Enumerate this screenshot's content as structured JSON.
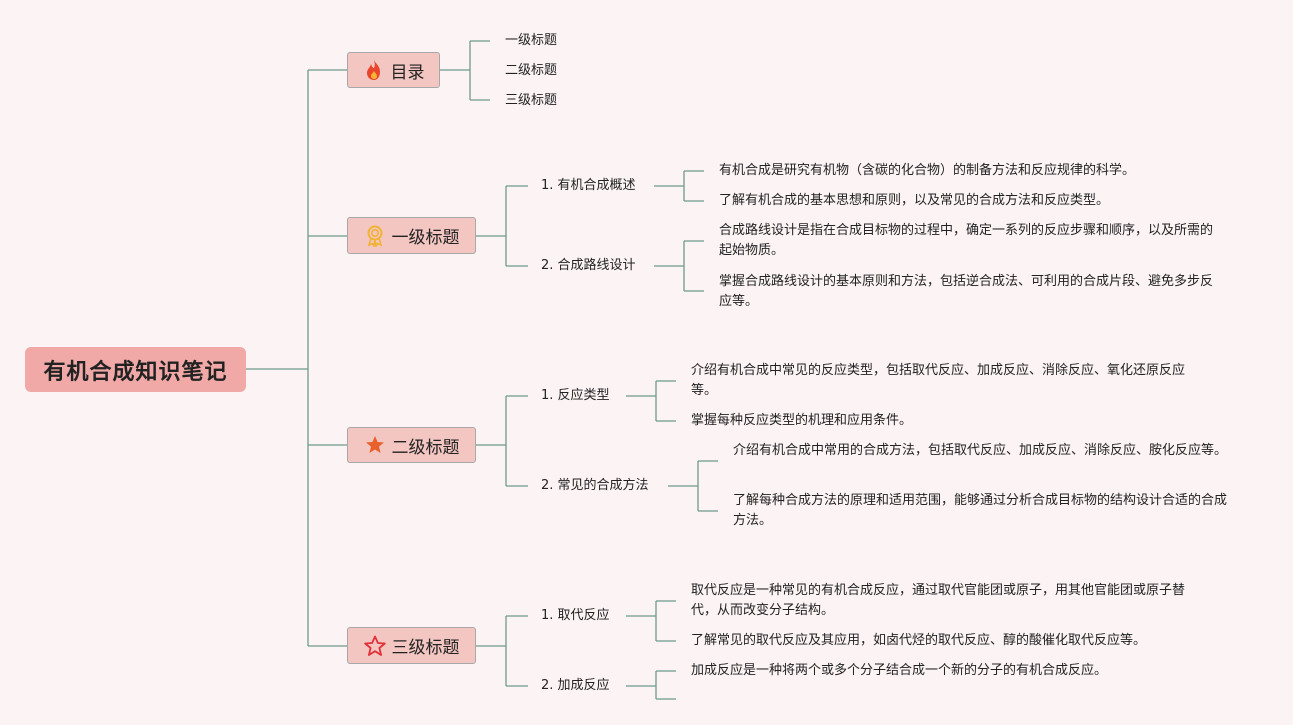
{
  "root": {
    "title": "有机合成知识笔记"
  },
  "branches": [
    {
      "label": "目录",
      "icon": "fire-icon",
      "items": [
        "一级标题",
        "二级标题",
        "三级标题"
      ]
    },
    {
      "label": "一级标题",
      "icon": "award-ribbon-icon",
      "subs": [
        {
          "label": "1. 有机合成概述",
          "notes": [
            "有机合成是研究有机物（含碳的化合物）的制备方法和反应规律的科学。",
            "了解有机合成的基本思想和原则，以及常见的合成方法和反应类型。"
          ]
        },
        {
          "label": "2. 合成路线设计",
          "notes": [
            "合成路线设计是指在合成目标物的过程中，确定一系列的反应步骤和顺序，以及所需的起始物质。",
            "掌握合成路线设计的基本原则和方法，包括逆合成法、可利用的合成片段、避免多步反应等。"
          ]
        }
      ]
    },
    {
      "label": "二级标题",
      "icon": "star-filled-icon",
      "subs": [
        {
          "label": "1. 反应类型",
          "notes": [
            "介绍有机合成中常见的反应类型，包括取代反应、加成反应、消除反应、氧化还原反应等。",
            "掌握每种反应类型的机理和应用条件。"
          ]
        },
        {
          "label": "2. 常见的合成方法",
          "notes": [
            "介绍有机合成中常用的合成方法，包括取代反应、加成反应、消除反应、胺化反应等。",
            "了解每种合成方法的原理和适用范围，能够通过分析合成目标物的结构设计合适的合成方法。"
          ]
        }
      ]
    },
    {
      "label": "三级标题",
      "icon": "star-outline-icon",
      "subs": [
        {
          "label": "1. 取代反应",
          "notes": [
            "取代反应是一种常见的有机合成反应，通过取代官能团或原子，用其他官能团或原子替代，从而改变分子结构。",
            "了解常见的取代反应及其应用，如卤代烃的取代反应、醇的酸催化取代反应等。"
          ]
        },
        {
          "label": "2. 加成反应",
          "notes": [
            "加成反应是一种将两个或多个分子结合成一个新的分子的有机合成反应。"
          ]
        }
      ]
    }
  ],
  "colors": {
    "connector": "#6e9c8c",
    "root_fill": "#f0a9a7",
    "branch_fill": "#f3c6c2",
    "background": "#fbf3f4"
  }
}
